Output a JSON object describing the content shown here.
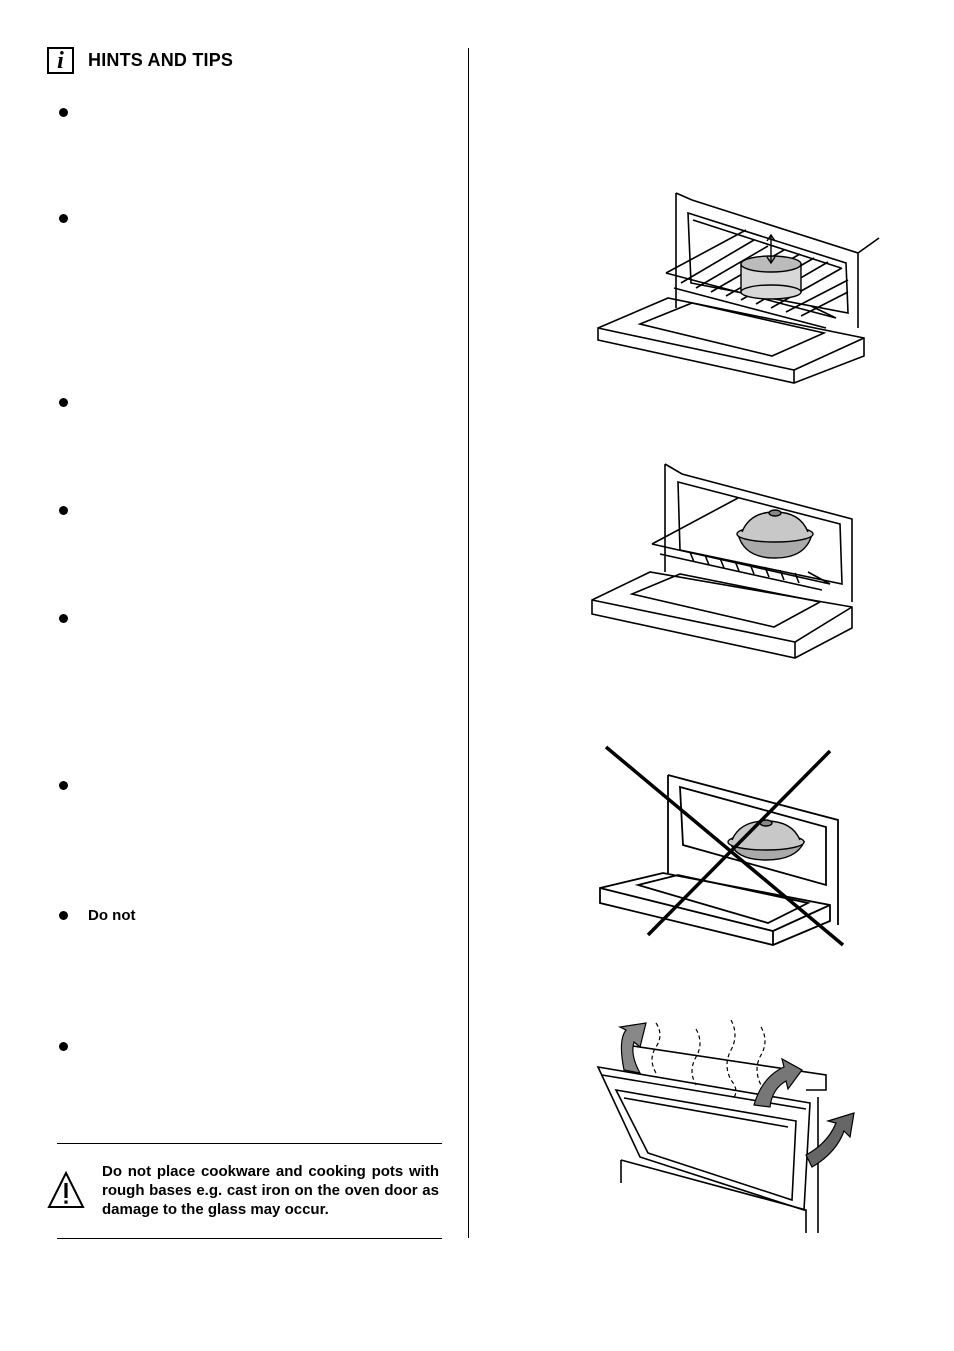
{
  "section": {
    "title": "HINTS AND TIPS",
    "info_icon_glyph": "i",
    "icon": "info-icon"
  },
  "bullets": [
    {
      "text": ""
    },
    {
      "text": ""
    },
    {
      "text": ""
    },
    {
      "text": ""
    },
    {
      "text": ""
    },
    {
      "text": ""
    },
    {
      "text": "Do  not"
    },
    {
      "text": ""
    }
  ],
  "warning": {
    "icon": "warning-triangle-icon",
    "text": "Do not place cookware and cooking pots with rough bases e.g. cast iron on the oven door as damage to the glass may occur."
  },
  "illustrations": [
    {
      "name": "oven-shelf-saucepan-illustration"
    },
    {
      "name": "oven-shelf-casserole-illustration"
    },
    {
      "name": "oven-door-casserole-crossed-illustration"
    },
    {
      "name": "oven-door-steam-illustration"
    }
  ]
}
